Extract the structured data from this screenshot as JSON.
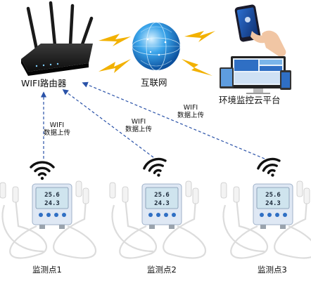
{
  "labels": {
    "router": "WIFI路由器",
    "internet": "互联网",
    "platform": "环境监控云平台",
    "wifi_line1": "WIFI",
    "wifi_line2": "数据上传"
  },
  "devices": [
    {
      "label": "监测点1",
      "reading_top": "25.6",
      "reading_bottom": "24.3"
    },
    {
      "label": "监测点2",
      "reading_top": "25.6",
      "reading_bottom": "24.3"
    },
    {
      "label": "监测点3",
      "reading_top": "25.6",
      "reading_bottom": "24.3"
    }
  ],
  "colors": {
    "arrow": "#2a52a8",
    "lightning": "#f2b100",
    "device_body": "#dfe8f4",
    "lcd": "#cfe4ee",
    "globe": "#1d88d8"
  },
  "icons": {
    "router": "router-icon",
    "globe": "globe-icon",
    "phone": "phone-icon",
    "monitor": "monitor-icon",
    "wifi": "wifi-icon",
    "sensor": "sensor-device-icon"
  }
}
